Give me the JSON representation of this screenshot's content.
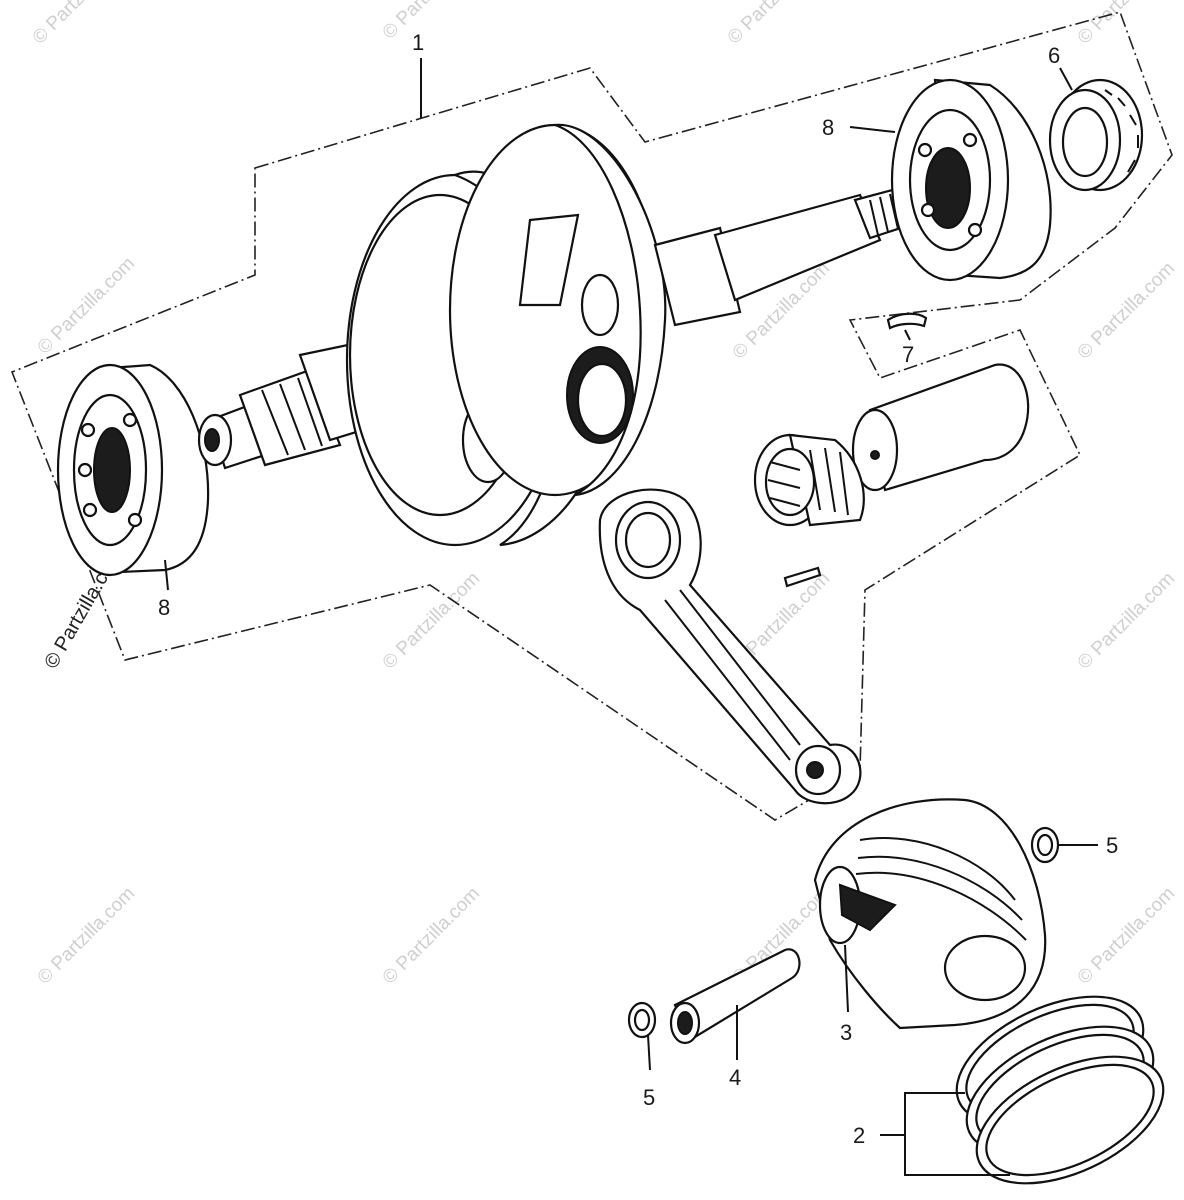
{
  "watermark": "© Partzilla.com",
  "callouts": {
    "crankshaft_assy": "1",
    "piston_ring_set": "2",
    "piston": "3",
    "piston_pin": "4",
    "pin_clip_right": "5",
    "pin_clip_left": "5",
    "oil_seal": "6",
    "woodruff_key": "7",
    "bearing_right": "8",
    "bearing_left": "8"
  }
}
